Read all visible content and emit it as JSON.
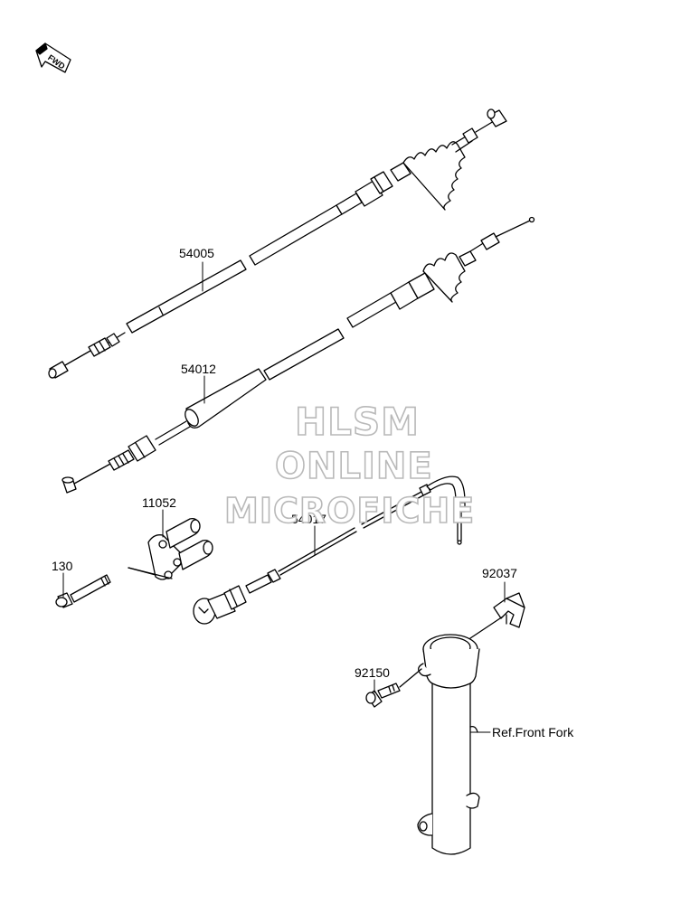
{
  "parts": [
    {
      "id": "54005"
    },
    {
      "id": "54012"
    },
    {
      "id": "11052"
    },
    {
      "id": "130"
    },
    {
      "id": "54017"
    },
    {
      "id": "92037"
    },
    {
      "id": "92150"
    }
  ],
  "reference": "Ref.Front Fork",
  "direction_marker": "FWD",
  "watermark": {
    "line1": "HLSM",
    "line2": "ONLINE",
    "line3": "MICROFICHE"
  }
}
